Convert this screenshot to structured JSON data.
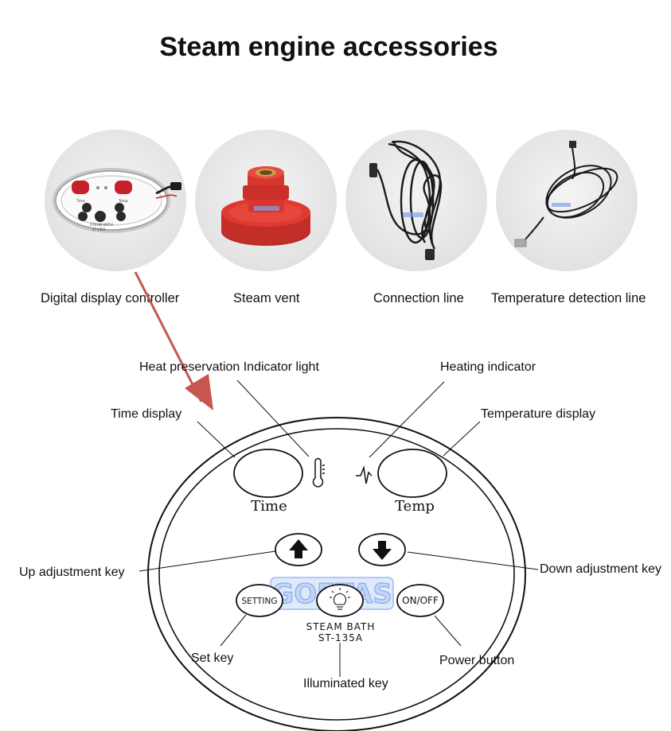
{
  "title": "Steam engine accessories",
  "accessories": [
    {
      "caption": "Digital display controller"
    },
    {
      "caption": "Steam vent"
    },
    {
      "caption": "Connection line"
    },
    {
      "caption": "Temperature detection line"
    }
  ],
  "callouts": {
    "heat_preservation": "Heat preservation Indicator light",
    "heating_indicator": "Heating indicator",
    "time_display": "Time display",
    "temperature_display": "Temperature display",
    "up_key": "Up adjustment key",
    "down_key": "Down adjustment key",
    "set_key": "Set key",
    "power_button": "Power button",
    "illuminated_key": "Illuminated key"
  },
  "panel": {
    "time_label": "Time",
    "temp_label": "Temp",
    "setting_label": "SETTING",
    "onoff_label": "ON/OFF",
    "model_line1": "STEAM BATH",
    "model_line2": "ST-135A",
    "watermark": "GOETAS"
  },
  "controller_photo": {
    "time_text": "Time",
    "temp_text": "Temp",
    "brand_text": "STEAM BATH",
    "model_text": "ST-135A"
  },
  "colors": {
    "arrow": "#c8554f",
    "vent_red": "#d9322b",
    "display_red": "#c8202a",
    "watermark": "#2e6fd8",
    "line": "#111111"
  }
}
